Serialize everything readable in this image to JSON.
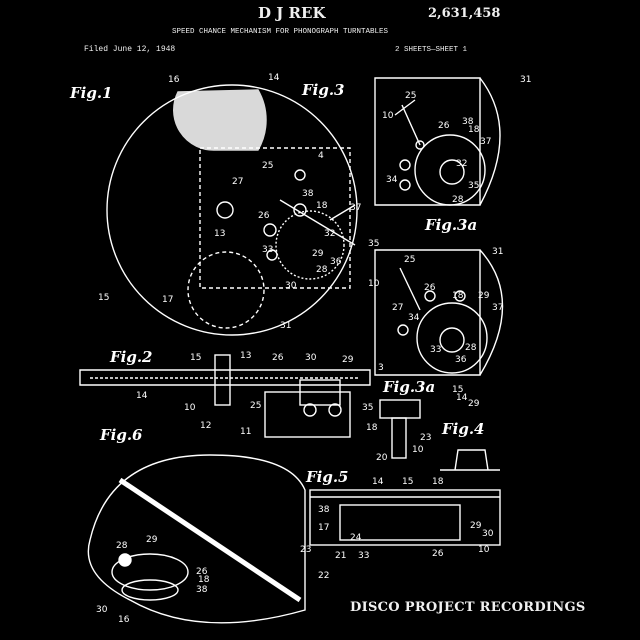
{
  "header": {
    "inventor": "D J REK",
    "patent_number": "2,631,458",
    "title": "SPEED CHANCE MECHANISM FOR PHONOGRAPH TURNTABLES",
    "filed": "Filed June 12, 1948",
    "sheets": "2 SHEETS—SHEET 1"
  },
  "figures": [
    "Fig.1",
    "Fig.2",
    "Fig.3",
    "Fig.3a",
    "Fig.3a",
    "Fig.4",
    "Fig.5",
    "Fig.6"
  ],
  "numbers": [
    "16",
    "14",
    "31",
    "25",
    "4",
    "27",
    "26",
    "38",
    "18",
    "13",
    "37",
    "32",
    "33",
    "35",
    "28",
    "36",
    "29",
    "30",
    "15",
    "17",
    "31",
    "10",
    "25",
    "26",
    "38",
    "18",
    "37",
    "32",
    "34",
    "35",
    "28",
    "31",
    "10",
    "25",
    "26",
    "18",
    "29",
    "37",
    "34",
    "33",
    "36",
    "28",
    "27",
    "15",
    "13",
    "26",
    "30",
    "29",
    "3",
    "14",
    "10",
    "12",
    "25",
    "11",
    "35",
    "15",
    "14",
    "29",
    "18",
    "23",
    "20",
    "10",
    "15",
    "18",
    "14",
    "38",
    "24",
    "17",
    "29",
    "30",
    "23",
    "21",
    "33",
    "26",
    "10",
    "22",
    "28",
    "29",
    "26",
    "18",
    "38",
    "30",
    "16"
  ],
  "label": "DISCO PROJECT RECORDINGS",
  "colors": {
    "background": "#000000",
    "ink": "#ffffff"
  }
}
